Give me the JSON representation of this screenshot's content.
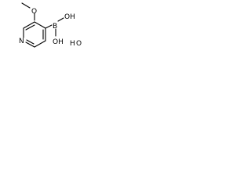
{
  "structure": {
    "atoms": {
      "methyl_oxygen": "O",
      "ring_nitrogen": "N",
      "boron": "B",
      "hydroxyl_upper": "OH",
      "hydroxyl_lower": "OH",
      "water": "H",
      "water_oxygen": "O"
    }
  }
}
